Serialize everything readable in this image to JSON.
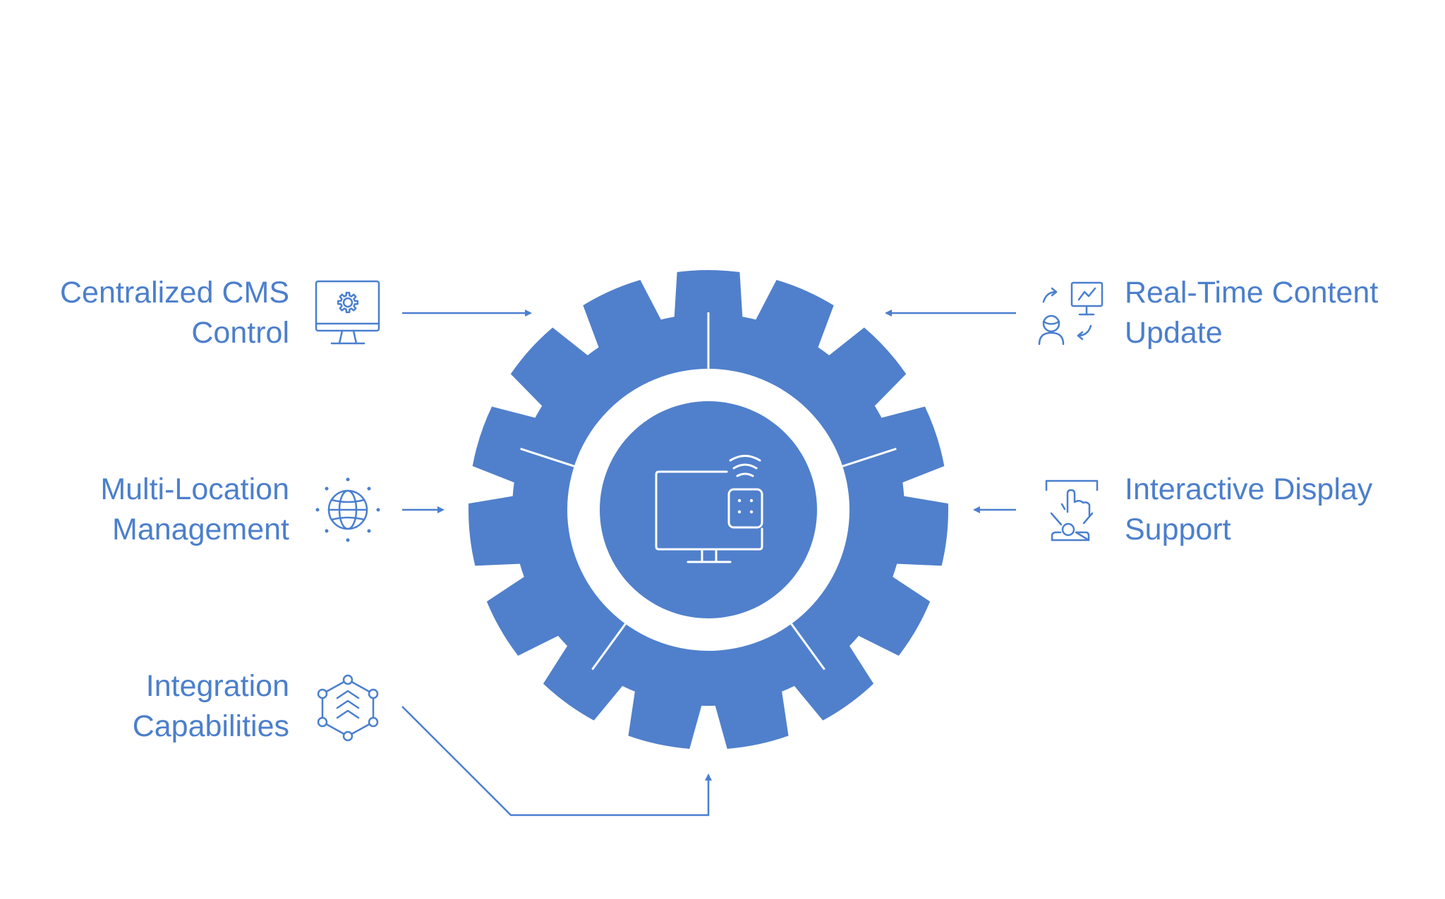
{
  "colors": {
    "gear": "#5080cc",
    "text": "#4c7fcc",
    "stroke": "#4a7fcf",
    "background": "#ffffff"
  },
  "center": {
    "icon": "monitor-remote-icon"
  },
  "features": [
    {
      "id": "cms",
      "lines": [
        "Centralized CMS",
        "Control"
      ],
      "icon": "monitor-gear-icon"
    },
    {
      "id": "multi",
      "lines": [
        "Multi-Location",
        "Management"
      ],
      "icon": "globe-icon"
    },
    {
      "id": "integration",
      "lines": [
        "Integration",
        "Capabilities"
      ],
      "icon": "network-hexagon-icon"
    },
    {
      "id": "realtime",
      "lines": [
        "Real-Time Content",
        "Update"
      ],
      "icon": "person-chart-sync-icon"
    },
    {
      "id": "interactive",
      "lines": [
        "Interactive Display",
        "Support"
      ],
      "icon": "touch-screen-icon"
    }
  ]
}
